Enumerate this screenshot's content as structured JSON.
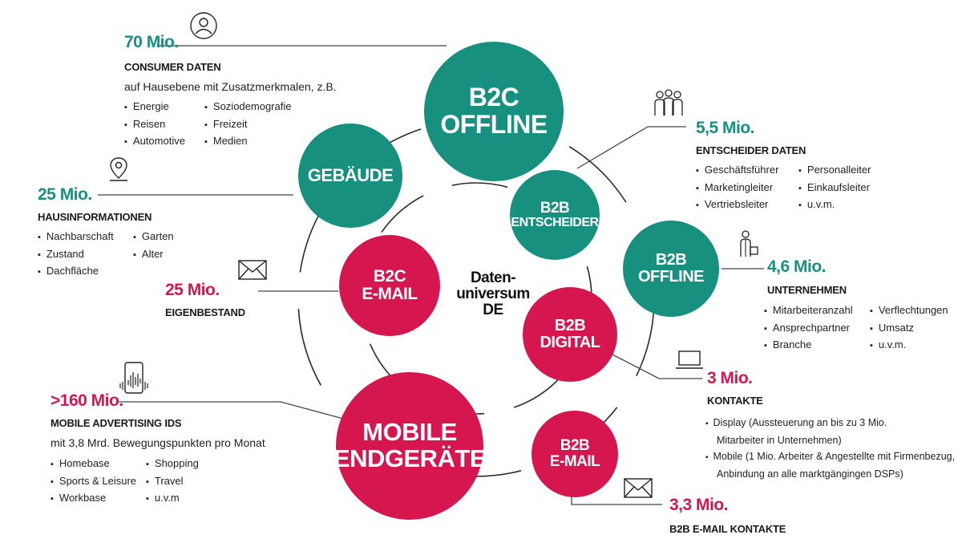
{
  "center": {
    "line1": "Daten-",
    "line2": "universum",
    "line3": "DE"
  },
  "colors": {
    "teal": "#17907f",
    "red": "#d6164e"
  },
  "circles": {
    "b2c_offline": {
      "line1": "B2C",
      "line2": "OFFLINE"
    },
    "gebaeude": {
      "line1": "GEBÄUDE"
    },
    "b2b_entscheider": {
      "line1": "B2B",
      "line2": "ENTSCHEIDER"
    },
    "b2b_offline": {
      "line1": "B2B",
      "line2": "OFFLINE"
    },
    "b2c_email": {
      "line1": "B2C",
      "line2": "E-MAIL"
    },
    "b2b_digital": {
      "line1": "B2B",
      "line2": "DIGITAL"
    },
    "mobile": {
      "line1": "MOBILE",
      "line2": "ENDGERÄTE"
    },
    "b2b_email": {
      "line1": "B2B",
      "line2": "E-MAIL"
    }
  },
  "consumer": {
    "value": "70 Mio.",
    "heading": "CONSUMER DATEN",
    "subtitle": "auf Hausebene mit Zusatzmerkmalen, z.B.",
    "col1": [
      "Energie",
      "Reisen",
      "Automotive"
    ],
    "col2": [
      "Soziodemografie",
      "Freizeit",
      "Medien"
    ],
    "icon": "person-icon"
  },
  "haus": {
    "value": "25 Mio.",
    "heading": "HAUSINFORMATIONEN",
    "col1": [
      "Nachbarschaft",
      "Zustand",
      "Dachfläche"
    ],
    "col2": [
      "Garten",
      "Alter"
    ],
    "icon": "map-pin-icon"
  },
  "eigen": {
    "value": "25 Mio.",
    "heading": "EIGENBESTAND",
    "icon": "envelope-icon"
  },
  "mobile_ids": {
    "value": ">160 Mio.",
    "heading": "MOBILE ADVERTISING IDS",
    "subtitle": "mit 3,8 Mrd. Bewegungspunkten pro Monat",
    "col1": [
      "Homebase",
      "Sports & Leisure",
      "Workbase"
    ],
    "col2": [
      "Shopping",
      "Travel",
      "u.v.m"
    ],
    "icon": "smartphone-icon"
  },
  "entscheider": {
    "value": "5,5 Mio.",
    "heading": "ENTSCHEIDER DATEN",
    "col1": [
      "Geschäftsführer",
      "Marketingleiter",
      "Vertriebsleiter"
    ],
    "col2": [
      "Personalleiter",
      "Einkaufsleiter",
      "u.v.m."
    ],
    "icon": "group-icon"
  },
  "unternehmen": {
    "value": "4,6 Mio.",
    "heading": "UNTERNEHMEN",
    "col1": [
      "Mitarbeiteranzahl",
      "Ansprechpartner",
      "Branche"
    ],
    "col2": [
      "Verflechtungen",
      "Umsatz",
      "u.v.m."
    ],
    "icon": "business-person-icon"
  },
  "kontakte": {
    "value": "3 Mio.",
    "heading": "KONTAKTE",
    "item1_line1": "Display (Aussteuerung an bis zu 3 Mio.",
    "item1_line2": "Mitarbeiter in Unternehmen)",
    "item2_line1": "Mobile (1 Mio. Arbeiter & Angestellte mit Firmenbezug,",
    "item2_line2": "Anbindung an alle marktgängingen DSPs)",
    "icon": "laptop-icon"
  },
  "b2b_email_contacts": {
    "value": "3,3 Mio.",
    "heading": "B2B E-MAIL KONTAKTE",
    "icon": "envelope-icon"
  }
}
